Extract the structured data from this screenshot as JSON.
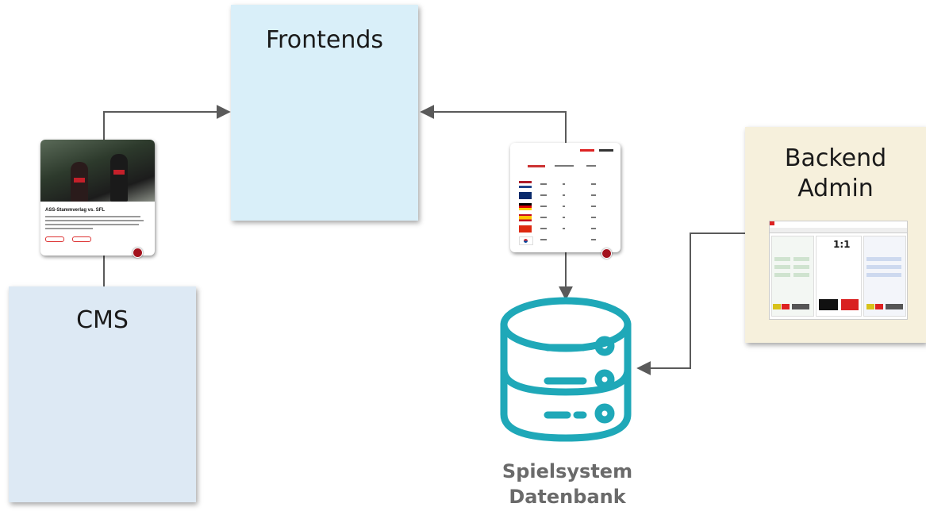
{
  "nodes": {
    "frontends": {
      "label": "Frontends"
    },
    "cms": {
      "label": "CMS"
    },
    "backend_admin": {
      "label": "Backend\nAdmin"
    },
    "database": {
      "label": "Spielsystem\nDatenbank",
      "icon": "database-icon",
      "icon_color": "#1fa8b8"
    }
  },
  "news_card": {
    "title": "ASS-Stammverlag vs. SFL",
    "icon": "news-preview-image"
  },
  "colors": {
    "frontends_bg": "#d9eff9",
    "cms_bg": "#dde9f4",
    "backend_bg": "#f6f0dc",
    "connector": "#5a5a5a",
    "badge": "#a3121d"
  },
  "edges": [
    {
      "from": "cms",
      "to": "frontends"
    },
    {
      "from": "database",
      "to": "frontends"
    },
    {
      "from": "backend_admin",
      "to": "database"
    }
  ]
}
